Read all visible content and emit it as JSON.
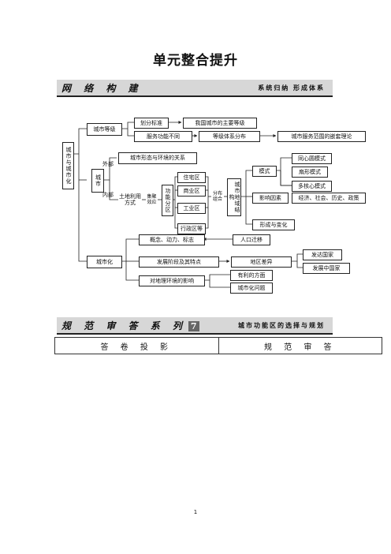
{
  "title": "单元整合提升",
  "banner1": {
    "left": "网 络 构 建",
    "right": "系统归纳 形成体系"
  },
  "banner2": {
    "left": "规 范 审 答 系 列",
    "number": "7",
    "right": "城市功能区的选择与规划"
  },
  "diagram": {
    "root": "城市与城市化",
    "city_levels": "城市等级",
    "division_standard": "划分标准",
    "main_levels": "我国城市的主要等级",
    "service_function": "服务功能不同",
    "level_distribution": "等级体系分布",
    "nested_theory": "城市服务范围的嵌套理论",
    "city": "城市",
    "external": "外部",
    "internal": "内部",
    "city_form_env": "城市形态与环境的关系",
    "land_use": "土地利用方式",
    "agglomeration": "集聚效应",
    "functional_zones": "功能分区",
    "residential": "住宅区",
    "commercial": "商业区",
    "industrial": "工业区",
    "administrative": "行政区等",
    "distribution_combination": "分布组合",
    "spatial_structure": "城市地域结构",
    "models": "模式",
    "concentric": "同心圆模式",
    "sector": "扇形模式",
    "multi_nuclei": "多核心模式",
    "factors": "影响因素",
    "factor_list": "经济、社会、历史、政策",
    "formation": "形成与变化",
    "urbanization": "城市化",
    "concepts": "概念、动力、标志",
    "migration": "人口迁移",
    "stages": "发展阶段及其特点",
    "regional_diff": "地区差异",
    "developed": "发达国家",
    "developing": "发展中国家",
    "env_impact": "对地理环境的影响",
    "favorable": "有利的方面",
    "problems": "城市化问题"
  },
  "table": {
    "col1": "答 卷 投 影",
    "col2": "规 范 审 答"
  },
  "page_number": "1"
}
